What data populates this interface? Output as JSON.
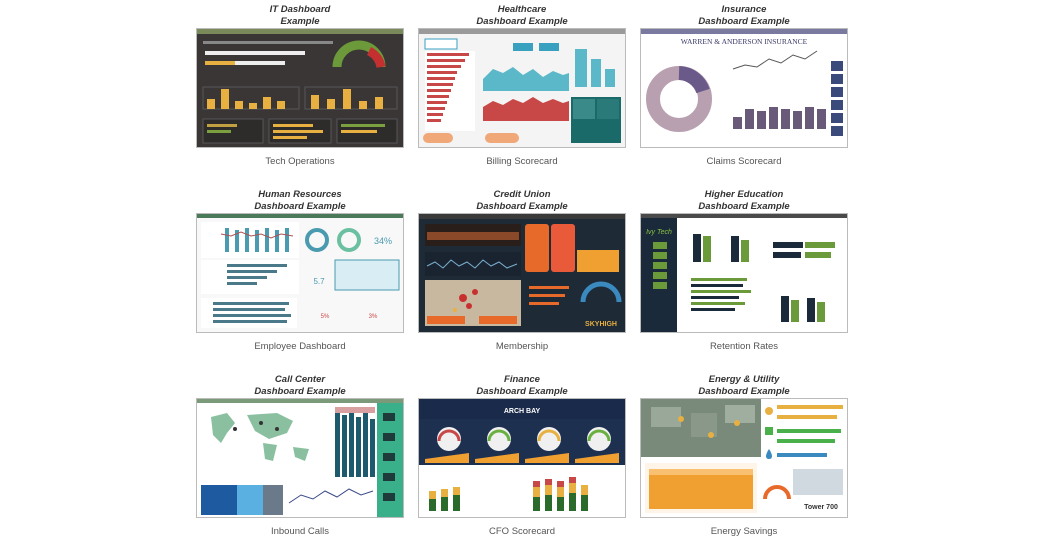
{
  "cards": [
    {
      "title_line1": "IT Dashboard",
      "title_line2": "Example",
      "caption": "Tech Operations"
    },
    {
      "title_line1": "Healthcare",
      "title_line2": "Dashboard Example",
      "caption": "Billing Scorecard"
    },
    {
      "title_line1": "Insurance",
      "title_line2": "Dashboard Example",
      "caption": "Claims Scorecard",
      "brand": "WARREN & ANDERSON INSURANCE"
    },
    {
      "title_line1": "Human Resources",
      "title_line2": "Dashboard Example",
      "caption": "Employee Dashboard",
      "kpi": "34%",
      "kpi2": "5.7"
    },
    {
      "title_line1": "Credit Union",
      "title_line2": "Dashboard Example",
      "caption": "Membership",
      "brand": "SKYHIGH"
    },
    {
      "title_line1": "Higher Education",
      "title_line2": "Dashboard Example",
      "caption": "Retention Rates",
      "brand": "Ivy Tech"
    },
    {
      "title_line1": "Call Center",
      "title_line2": "Dashboard Example",
      "caption": "Inbound Calls"
    },
    {
      "title_line1": "Finance",
      "title_line2": "Dashboard Example",
      "caption": "CFO Scorecard",
      "brand": "ARCH BAY"
    },
    {
      "title_line1": "Energy & Utility",
      "title_line2": "Dashboard Example",
      "caption": "Energy Savings",
      "brand": "Tower 700"
    }
  ]
}
